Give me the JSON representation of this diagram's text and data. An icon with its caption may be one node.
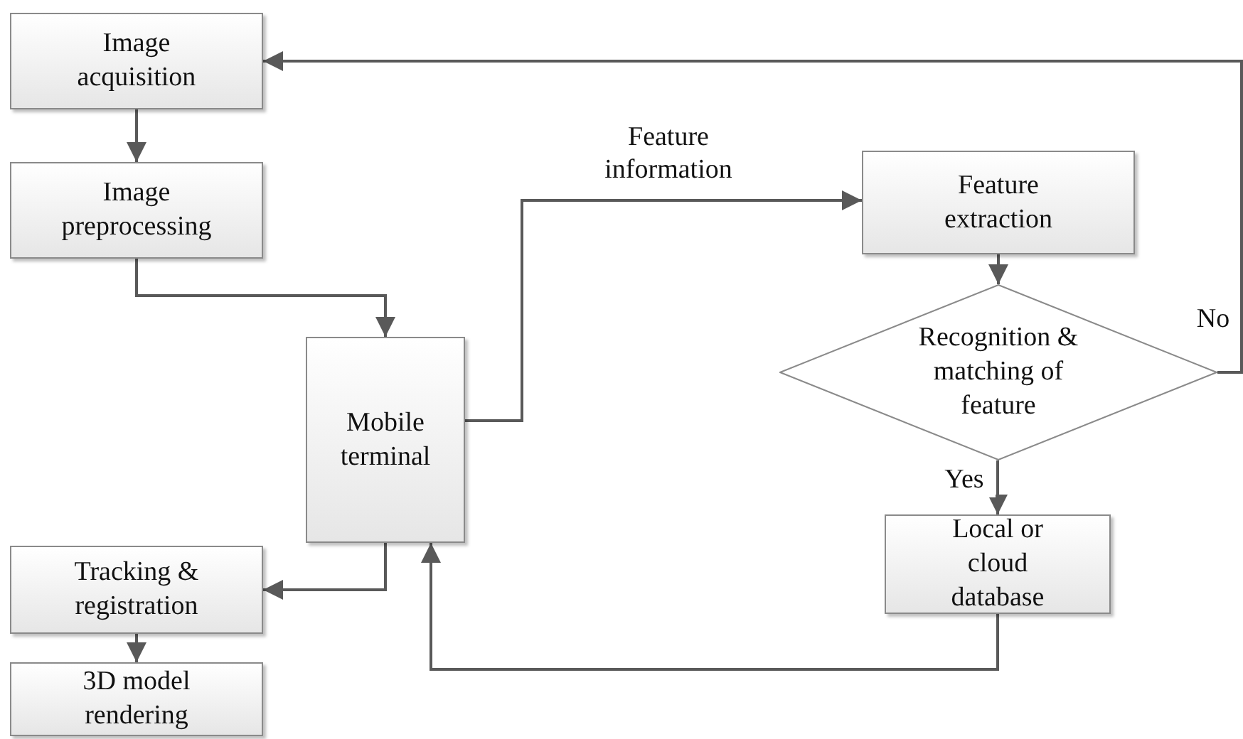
{
  "diagram": {
    "nodes": [
      {
        "text": [
          "Image acquisition"
        ]
      },
      {
        "text": [
          "Image preprocessing"
        ]
      },
      {
        "text": [
          "Mobile terminal"
        ]
      },
      {
        "text": [
          "Feature extraction"
        ]
      },
      {
        "text": [
          "Recognition & matching of feature"
        ]
      },
      {
        "text": [
          "Local or cloud database"
        ]
      },
      {
        "text": [
          "Tracking & registration"
        ]
      },
      {
        "text": [
          "3D model rendering"
        ]
      }
    ],
    "edges": [
      {
        "from": 0,
        "to": 1,
        "arrow": "to"
      },
      {
        "from": 1,
        "to": 2,
        "arrow": "to"
      },
      {
        "from": 2,
        "to": 3,
        "arrow": "to",
        "label": "Feature information"
      },
      {
        "from": 3,
        "to": 4,
        "arrow": "to"
      },
      {
        "from": 4,
        "to": 5,
        "arrow": "to",
        "label": "Yes"
      },
      {
        "from": 4,
        "to": 0,
        "arrow": "to",
        "label": "No"
      },
      {
        "from": 2,
        "to": 6,
        "arrow": "to"
      },
      {
        "from": 6,
        "to": 7,
        "arrow": "to"
      },
      {
        "from": 5,
        "to": 2,
        "arrow": "to"
      }
    ]
  }
}
